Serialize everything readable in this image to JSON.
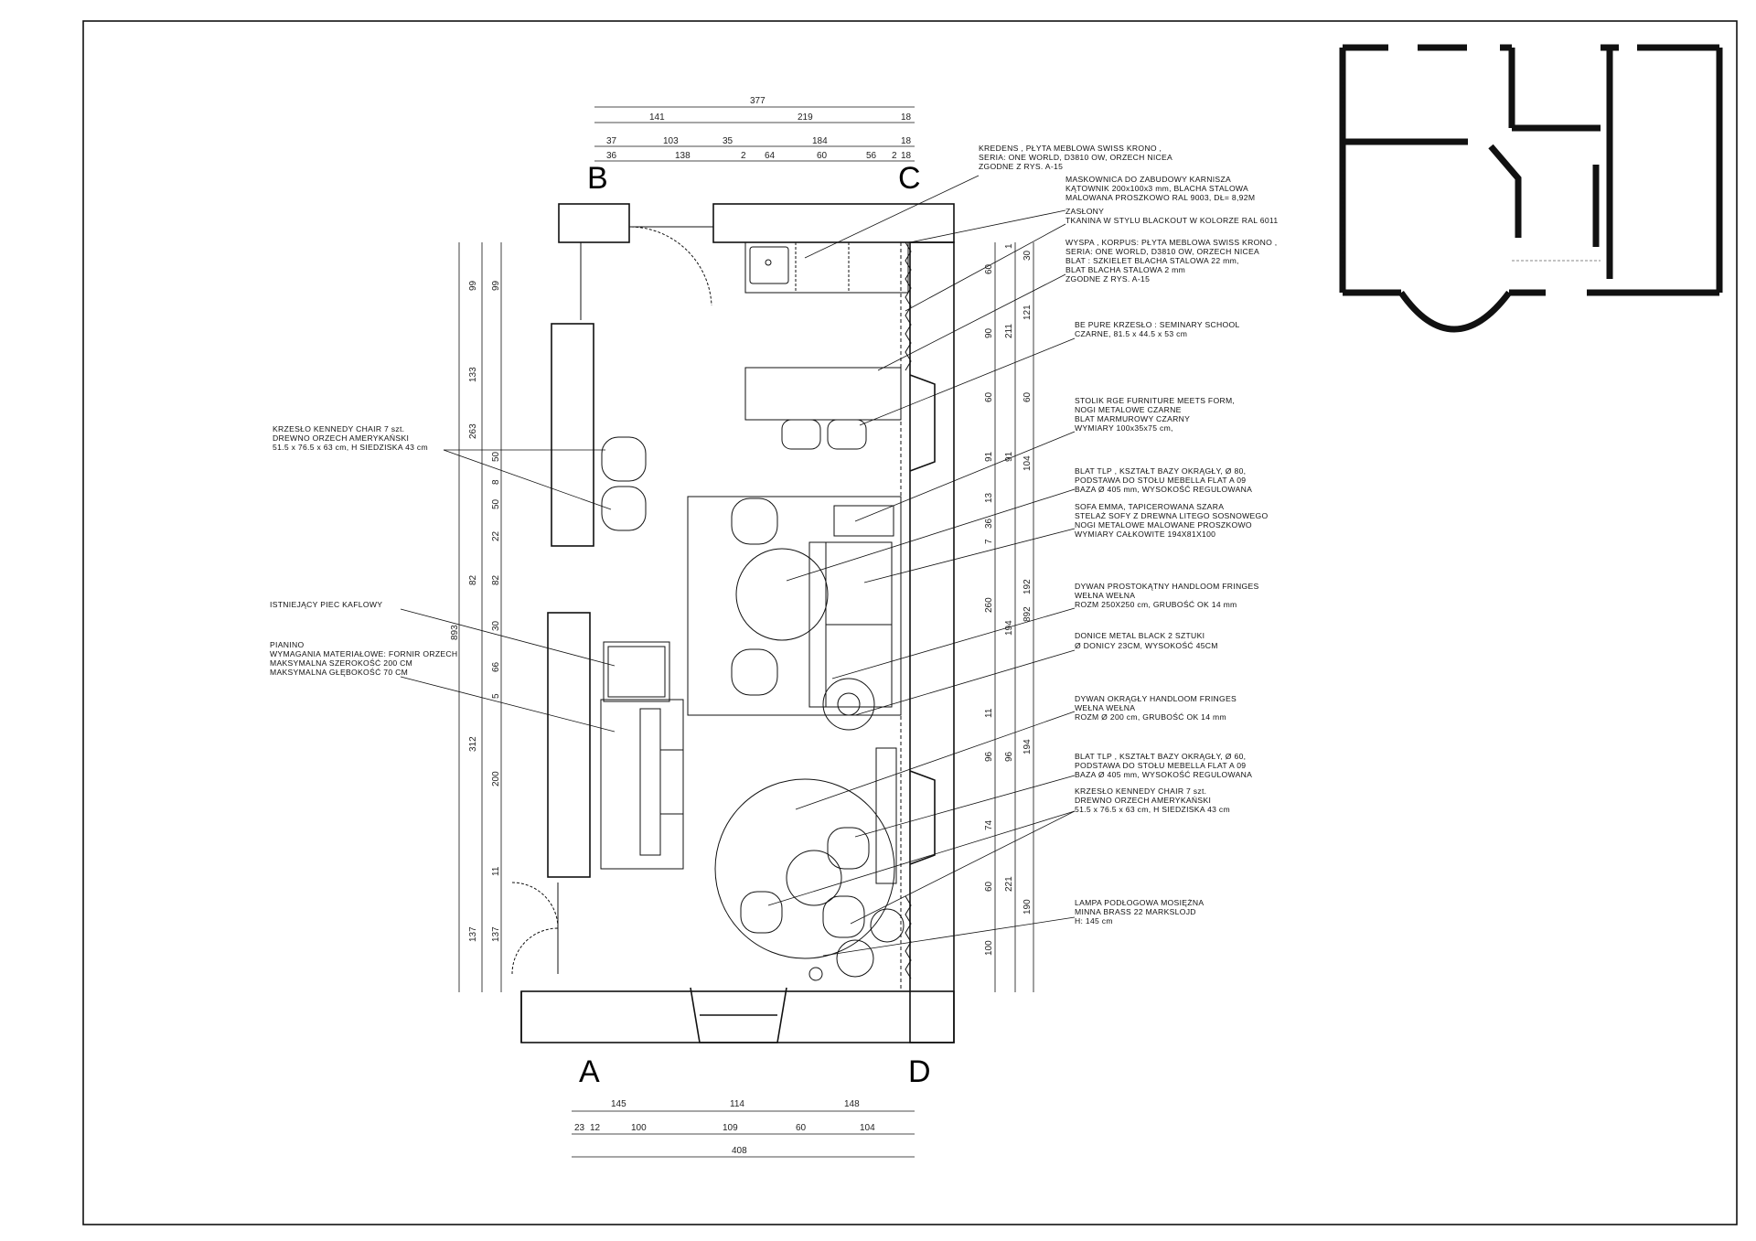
{
  "corners": [
    "A",
    "B",
    "C",
    "D"
  ],
  "top_dimensions": {
    "total": "377",
    "row1": [
      "141",
      "219",
      "18"
    ],
    "row2": [
      "37",
      "103",
      "35",
      "184",
      "18"
    ],
    "row3": [
      "36",
      "138",
      "2",
      "64",
      "60",
      "56",
      "2",
      "18"
    ]
  },
  "bottom_dimensions": {
    "row1": [
      "145",
      "114",
      "148"
    ],
    "row2": [
      "23",
      "12",
      "100",
      "109",
      "60",
      "104"
    ],
    "total": "408"
  },
  "left_dimensions": {
    "outer": [
      "263",
      "893",
      "312"
    ],
    "col1": [
      "99",
      "133",
      "82",
      "200",
      "137"
    ],
    "col2": [
      "99",
      "50",
      "8",
      "50",
      "22",
      "82",
      "30",
      "66",
      "5",
      "11",
      "137"
    ]
  },
  "right_dimensions": {
    "col1": [
      "60",
      "90",
      "60",
      "91",
      "13",
      "36",
      "7",
      "260",
      "11",
      "96",
      "74",
      "60",
      "100"
    ],
    "col2": [
      "1",
      "211",
      "91",
      "194",
      "96",
      "221"
    ],
    "col3": [
      "30",
      "121",
      "60",
      "104",
      "192",
      "892",
      "194",
      "190"
    ]
  },
  "notes_left": [
    [
      "KRZESŁO   KENNEDY CHAIR 7 szt.",
      "DREWNO ORZECH AMERYKAŃSKI",
      "51.5 x 76.5 x 63 cm, H SIEDZISKA 43 cm"
    ],
    [
      "ISTNIEJĄCY PIEC KAFLOWY"
    ],
    [
      "PIANINO",
      "WYMAGANIA MATERIAŁOWE: FORNIR ORZECH",
      "MAKSYMALNA SZEROKOŚĆ 200 CM",
      "MAKSYMALNA GŁĘBOKOŚĆ 70 CM"
    ]
  ],
  "notes_right": [
    [
      "KREDENS , PŁYTA MEBLOWA SWISS KRONO ,",
      "SERIA: ONE WORLD, D3810 OW, ORZECH NICEA",
      "ZGODNE Z RYS. A-15"
    ],
    [
      "MASKOWNICA DO ZABUDOWY KARNISZA",
      "KĄTOWNIK 200x100x3 mm, BLACHA STALOWA",
      "MALOWANA PROSZKOWO RAL 9003, DŁ= 8,92M"
    ],
    [
      "ZASŁONY",
      "TKANINA W STYLU BLACKOUT W KOLORZE RAL 6011"
    ],
    [
      "WYSPA , KORPUS: PŁYTA MEBLOWA SWISS KRONO ,",
      "SERIA: ONE WORLD, D3810 OW, ORZECH NICEA",
      "BLAT : SZKIELET BLACHA STALOWA 22 mm,",
      "BLAT BLACHA STALOWA 2 mm",
      "ZGODNE Z RYS. A-15"
    ],
    [
      "BE PURE KRZESŁO : SEMINARY SCHOOL",
      "CZARNE, 81.5 x 44.5 x 53 cm"
    ],
    [
      "STOLIK RGE FURNITURE MEETS FORM,",
      "NOGI METALOWE CZARNE",
      "BLAT MARMUROWY CZARNY",
      "WYMIARY 100x35x75 cm,"
    ],
    [
      "BLAT TLP , KSZTAŁT BAZY OKRĄGŁY, Ø 80,",
      "PODSTAWA DO STOŁU MEBELLA FLAT A 09",
      "BAZA Ø 405 mm, WYSOKOŚĆ REGULOWANA"
    ],
    [
      "SOFA EMMA, TAPICEROWANA SZARA",
      "STELAŻ SOFY Z DREWNA LITEGO SOSNOWEGO",
      "NOGI METALOWE MALOWANE PROSZKOWO",
      "WYMIARY CAŁKOWITE 194X81X100"
    ],
    [
      "DYWAN PROSTOKĄTNY HANDLOOM FRINGES",
      "WEŁNA WEŁNA",
      "ROZM 250X250 cm, GRUBOŚĆ OK 14 mm"
    ],
    [
      "DONICE METAL BLACK 2 SZTUKI",
      "Ø DONICY 23CM, WYSOKOŚĆ 45CM"
    ],
    [
      "DYWAN OKRĄGŁY HANDLOOM FRINGES",
      "WEŁNA WEŁNA",
      "ROZM Ø 200 cm, GRUBOŚĆ OK 14 mm"
    ],
    [
      "BLAT TLP , KSZTAŁT BAZY OKRĄGŁY, Ø 60,",
      "PODSTAWA DO STOŁU MEBELLA FLAT A 09",
      "BAZA Ø 405 mm, WYSOKOŚĆ REGULOWANA"
    ],
    [
      "KRZESŁO   KENNEDY CHAIR 7 szt.",
      "DREWNO ORZECH AMERYKAŃSKI",
      "51.5 x 76.5 x 63 cm, H SIEDZISKA 43 cm"
    ],
    [
      "LAMPA PODŁOGOWA  MOSIĘŻNA",
      "MINNA BRASS 22 MARKSLOJD",
      "H: 145 cm"
    ]
  ]
}
